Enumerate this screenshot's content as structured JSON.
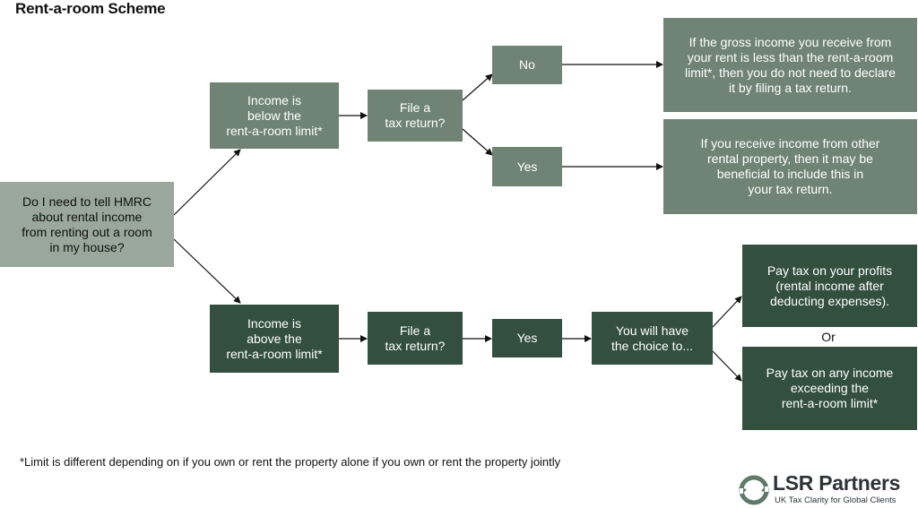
{
  "title": "Rent-a-room Scheme",
  "boxes": {
    "start": "Do I need to tell HMRC\nabout rental income\nfrom renting out a room\nin my house?",
    "income_below": "Income is\nbelow the\nrent-a-room limit*",
    "file_return_top": "File a\ntax return?",
    "no": "No",
    "yes_top": "Yes",
    "no_result": "If the gross income you receive from\nyour rent is less than the rent-a-room\nlimit*, then you do not need to declare\nit by filing a tax return.",
    "yes_result": "If you receive income from other\nrental property, then it may be\nbeneficial to include this in\nyour tax return.",
    "income_above": "Income is\nabove the\nrent-a-room limit*",
    "file_return_bottom": "File a\ntax return?",
    "yes_bottom": "Yes",
    "choice": "You will have\nthe choice to...",
    "option_profits": "Pay tax on your profits\n(rental income after\ndeducting expenses).",
    "option_exceeding": "Pay tax on any income\nexceeding the\nrent-a-room limit*"
  },
  "or_label": "Or",
  "footnote": "*Limit is different depending on if you own or rent the property alone  if you own or rent the property jointly",
  "logo": {
    "name": "LSR Partners",
    "tagline": "UK Tax Clarity for Global Clients",
    "icon": "circular-arrows-logo-icon"
  },
  "colors": {
    "light_box": "#6f8474",
    "dark_box": "#324f40",
    "start_box": "#9aa79c",
    "arrow": "#111111"
  }
}
